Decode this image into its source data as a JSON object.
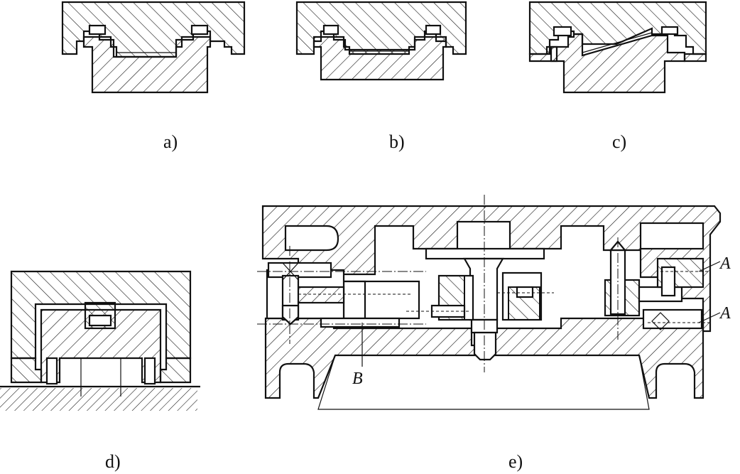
{
  "figures": {
    "a": {
      "label": "a)"
    },
    "b": {
      "label": "b)"
    },
    "c": {
      "label": "c)"
    },
    "d": {
      "label": "d)"
    },
    "e": {
      "label": "e)",
      "markers": {
        "a_top": "A",
        "a_bottom": "A",
        "b": "B"
      }
    }
  },
  "style": {
    "line_color": "#111111",
    "background": "#ffffff"
  }
}
